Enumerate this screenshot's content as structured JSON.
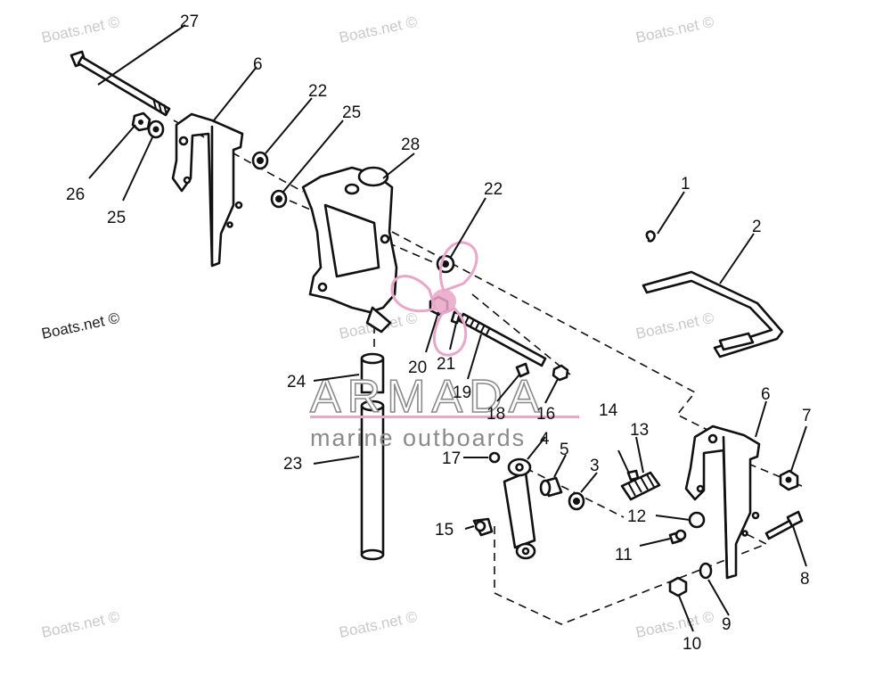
{
  "watermark": "Boats.net ©",
  "brand": {
    "name": "ARMADA",
    "tagline": "marine outboards",
    "accent_color": "#e8a6c8",
    "gray_color": "#8a8a8a"
  },
  "callouts": {
    "c1": "1",
    "c2": "2",
    "c3": "3",
    "c4": "4",
    "c5": "5",
    "c6a": "6",
    "c6b": "6",
    "c7": "7",
    "c8": "8",
    "c9": "9",
    "c10": "10",
    "c11": "11",
    "c12": "12",
    "c13": "13",
    "c14": "14",
    "c15": "15",
    "c16": "16",
    "c17": "17",
    "c18": "18",
    "c19": "19",
    "c20": "20",
    "c21": "21",
    "c22a": "22",
    "c22b": "22",
    "c23": "23",
    "c24": "24",
    "c25a": "25",
    "c25b": "25",
    "c26": "26",
    "c27": "27",
    "c28": "28"
  }
}
